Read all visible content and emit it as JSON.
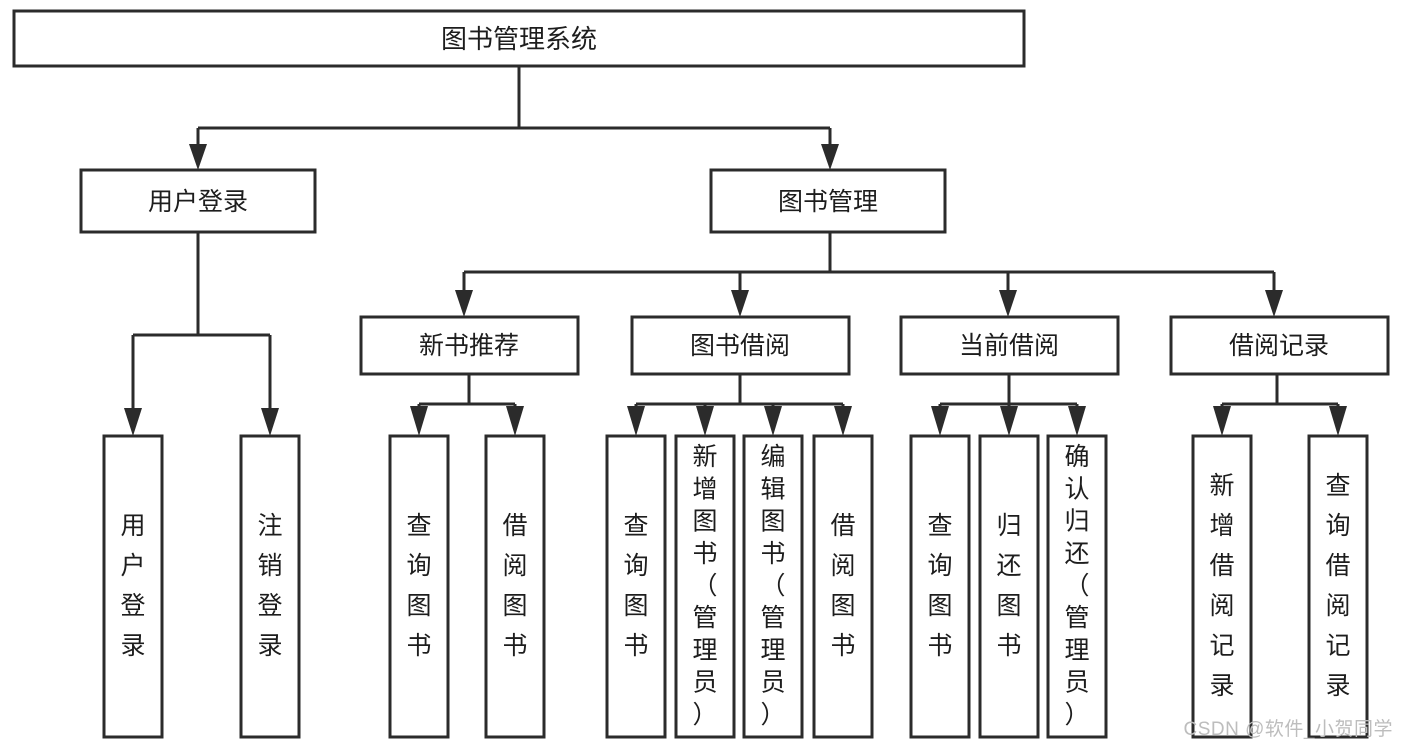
{
  "diagram": {
    "title": "图书管理系统",
    "type": "hierarchy-tree",
    "style": {
      "box_fill": "#ffffff",
      "box_stroke": "#2b2b2b",
      "text_color": "#1d1d1d",
      "background": "#ffffff",
      "watermark_color": "#bdbdbd"
    },
    "root": {
      "label": "图书管理系统"
    },
    "level2": [
      {
        "label": "用户登录"
      },
      {
        "label": "图书管理"
      }
    ],
    "level3": [
      {
        "label": "新书推荐"
      },
      {
        "label": "图书借阅"
      },
      {
        "label": "当前借阅"
      },
      {
        "label": "借阅记录"
      }
    ],
    "leaves": {
      "user_login": [
        {
          "label": "用户登录"
        },
        {
          "label": "注销登录"
        }
      ],
      "new_book_recommend": [
        {
          "label": "查询图书"
        },
        {
          "label": "借阅图书"
        }
      ],
      "book_borrow": [
        {
          "label": "查询图书"
        },
        {
          "label": "新增图书（管理员）"
        },
        {
          "label": "编辑图书（管理员）"
        },
        {
          "label": "借阅图书"
        }
      ],
      "current_borrow": [
        {
          "label": "查询图书"
        },
        {
          "label": "归还图书"
        },
        {
          "label": "确认归还（管理员）"
        }
      ],
      "borrow_record": [
        {
          "label": "新增借阅记录"
        },
        {
          "label": "查询借阅记录"
        }
      ]
    }
  },
  "watermark": {
    "text": "CSDN @软件_小贺同学"
  }
}
